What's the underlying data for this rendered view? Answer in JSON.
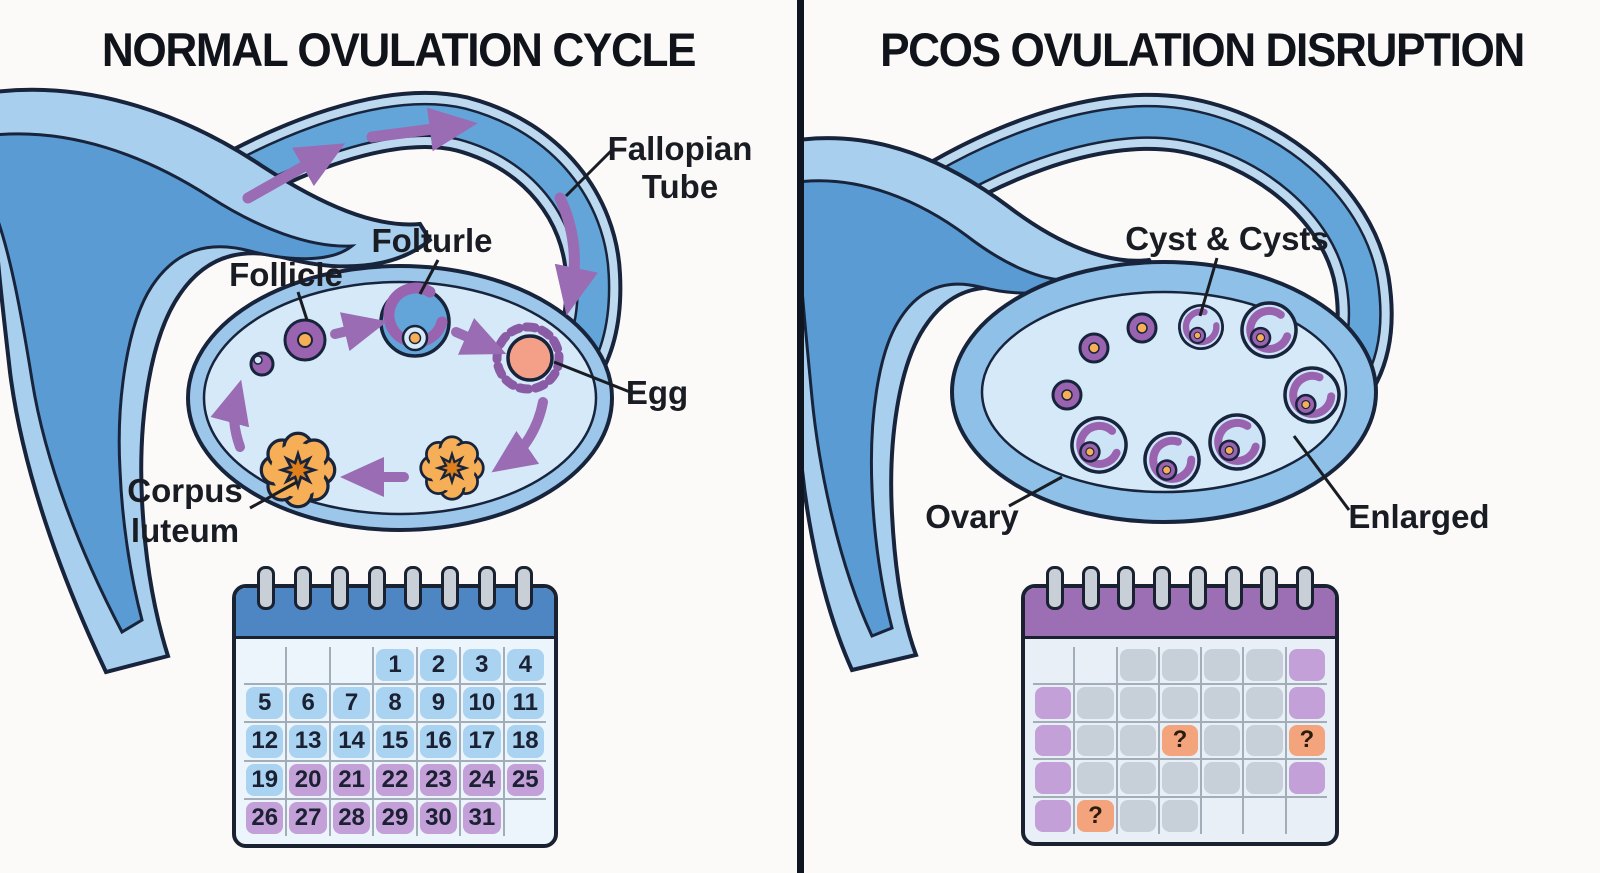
{
  "left_panel": {
    "title": "NORMAL OVULATION CYCLE",
    "labels": {
      "fallopian_tube": [
        "Fallopian",
        "Tube"
      ],
      "folturle": "Folturle",
      "follicle": "Follicle",
      "egg": "Egg",
      "corpus_luteum": [
        "Corpus",
        "luteum"
      ]
    },
    "calendar": {
      "rows": [
        [
          "",
          "",
          "",
          "1",
          "2",
          "3",
          "4"
        ],
        [
          "5",
          "6",
          "7",
          "8",
          "9",
          "10",
          "11"
        ],
        [
          "12",
          "13",
          "14",
          "15",
          "16",
          "17",
          "18"
        ],
        [
          "19",
          "20",
          "21",
          "22",
          "23",
          "24",
          "25"
        ],
        [
          "26",
          "27",
          "28",
          "29",
          "30",
          "31",
          ""
        ]
      ],
      "styles": [
        [
          "n",
          "n",
          "n",
          "b",
          "b",
          "b",
          "b"
        ],
        [
          "b",
          "b",
          "b",
          "b",
          "b",
          "b",
          "b"
        ],
        [
          "b",
          "b",
          "b",
          "b",
          "b",
          "b",
          "b"
        ],
        [
          "b",
          "p",
          "p",
          "p",
          "p",
          "p",
          "p"
        ],
        [
          "p",
          "p",
          "p",
          "p",
          "p",
          "p",
          "n"
        ]
      ]
    }
  },
  "right_panel": {
    "title": "PCOS OVULATION DISRUPTION",
    "labels": {
      "cysts": "Cyst & Cysts",
      "ovary": "Ovary",
      "enlarged": "Enlarged"
    },
    "calendar": {
      "rows": [
        [
          "",
          "",
          "",
          "",
          "",
          "",
          ""
        ],
        [
          "",
          "",
          "",
          "",
          "",
          "",
          ""
        ],
        [
          "",
          "",
          "",
          "?",
          "",
          "",
          "?"
        ],
        [
          "",
          "",
          "",
          "",
          "",
          "",
          ""
        ],
        [
          "",
          "?",
          "",
          "",
          "",
          "",
          ""
        ]
      ],
      "styles": [
        [
          "n",
          "n",
          "g",
          "g",
          "g",
          "g",
          "p"
        ],
        [
          "p",
          "g",
          "g",
          "g",
          "g",
          "g",
          "p"
        ],
        [
          "p",
          "g",
          "g",
          "o",
          "g",
          "g",
          "o"
        ],
        [
          "p",
          "g",
          "g",
          "g",
          "g",
          "g",
          "p"
        ],
        [
          "p",
          "o",
          "g",
          "g",
          "n",
          "n",
          "n"
        ]
      ]
    }
  },
  "colors": {
    "accent_blue": "#4e86c4",
    "accent_purple": "#9c6fb5",
    "cell_blue": "#a9d3f1",
    "cell_purple": "#c3a0d8",
    "cell_gray": "#c7d0d9",
    "cell_orange": "#f4a47c",
    "anatomy_blue": "#63a5d8",
    "anatomy_wall_blue": "#a9cfee",
    "follicle_purple": "#9a63b0",
    "corpus_orange": "#f6ae57",
    "egg_peach": "#f4a088",
    "outline_dark": "#17243c"
  }
}
